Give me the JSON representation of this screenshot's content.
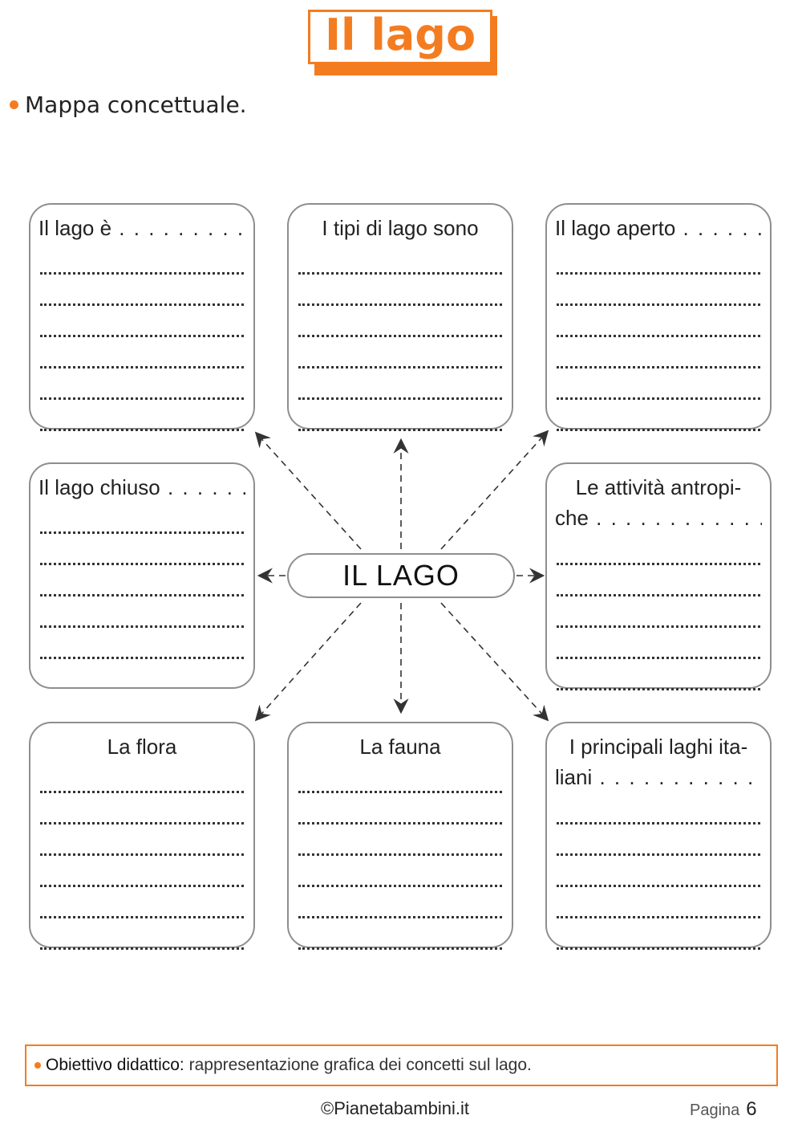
{
  "header": {
    "title": "Il lago",
    "subtitle": "Mappa concettuale."
  },
  "map": {
    "center": "IL LAGO",
    "boxes": [
      {
        "label": "Il lago è",
        "dots": " . . . . . . . . . . ."
      },
      {
        "label": "I tipi di lago sono",
        "dots": ""
      },
      {
        "label": "Il lago aperto",
        "dots": " . . . . . . ."
      },
      {
        "label": "Il lago chiuso",
        "dots": " . . . . . . ."
      },
      {
        "label": "Le attività antropi-",
        "label2": "che",
        "dots": " . . . . . . . . . . . . . . . . ."
      },
      {
        "label": "La flora",
        "dots": ""
      },
      {
        "label": "La fauna",
        "dots": ""
      },
      {
        "label": "I principali laghi ita-",
        "label2": "liani",
        "dots": " . . . . . . . . . . . . . . . ."
      }
    ]
  },
  "footer": {
    "objective_label": "Obiettivo didattico:",
    "objective_text": " rappresentazione grafica dei concetti sul lago.",
    "brand": "©Pianetabambini.it",
    "page_label": "Pagina",
    "page_number": "6"
  },
  "colors": {
    "accent": "#f47c20",
    "border": "#8e8e8e"
  }
}
